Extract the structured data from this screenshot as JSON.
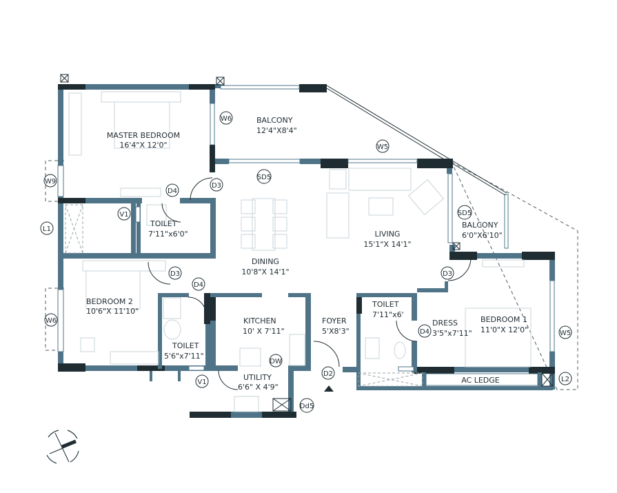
{
  "plan": {
    "colors": {
      "wall_light": "#4f7487",
      "wall_dark": "#1f2d33",
      "furniture": "#c9d3d8",
      "background": "#ffffff"
    },
    "rooms": [
      {
        "id": "master-bedroom",
        "name": "MASTER BEDROOM",
        "size": "16'4\"X 12'0\""
      },
      {
        "id": "balcony-1",
        "name": "BALCONY",
        "size": "12'4\"X8'4\""
      },
      {
        "id": "toilet-master",
        "name": "TOILET",
        "size": "7'11\"x6'0\""
      },
      {
        "id": "living",
        "name": "LIVING",
        "size": "15'1\"X 14'1\""
      },
      {
        "id": "balcony-2",
        "name": "BALCONY",
        "size": "6'0\"X6'10\""
      },
      {
        "id": "dining",
        "name": "DINING",
        "size": "10'8\"X 14'1\""
      },
      {
        "id": "bedroom-2",
        "name": "BEDROOM 2",
        "size": "10'6\"X 11'10\""
      },
      {
        "id": "toilet-2",
        "name": "TOILET",
        "size": "5'6\"x7'11\""
      },
      {
        "id": "kitchen",
        "name": "KITCHEN",
        "size": "10' X 7'11\""
      },
      {
        "id": "foyer",
        "name": "FOYER",
        "size": "5'X8'3\""
      },
      {
        "id": "toilet-1",
        "name": "TOILET",
        "size": "7'11\"x6'"
      },
      {
        "id": "dress",
        "name": "DRESS",
        "size": "3'5\"x7'11\""
      },
      {
        "id": "bedroom-1",
        "name": "BEDROOM 1",
        "size": "11'0\"X 12'0\""
      },
      {
        "id": "utility",
        "name": "UTILITY",
        "size": "6'6\" X 4'9\""
      },
      {
        "id": "ac-ledge",
        "name": "AC LEDGE",
        "size": ""
      }
    ],
    "tags": {
      "w6_master": "W6",
      "w9": "W9",
      "l1": "L1",
      "v1_master": "V1",
      "d4_master": "D4",
      "d3_master": "D3",
      "sd5_dining": "SD5",
      "w5_balcony": "W5",
      "sd5_balcony": "SD5",
      "d3_bed2": "D3",
      "d4_toilet2": "D4",
      "w6_bed2": "W6",
      "v1_toilet2": "V1",
      "dw": "DW",
      "dd5": "Dd5",
      "d2": "D2",
      "d3_bed1": "D3",
      "d4_dress": "D4",
      "w5_bed1": "W5",
      "l2": "L2"
    },
    "icons": [
      "north-compass-icon",
      "entrance-arrow-icon",
      "shaft-cross-icon"
    ]
  }
}
